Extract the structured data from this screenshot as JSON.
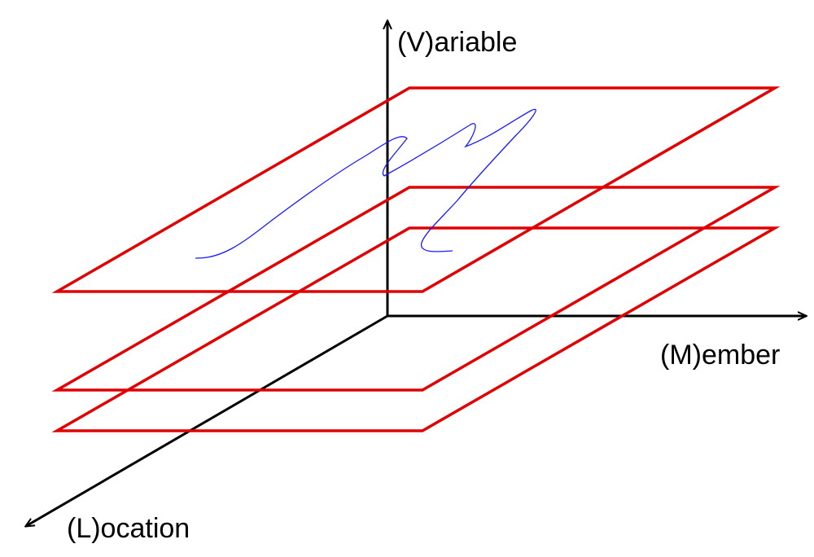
{
  "axes": {
    "vertical_label": "(V)ariable",
    "horizontal_label": "(M)ember",
    "depth_label": "(L)ocation"
  },
  "colors": {
    "axis": "#000000",
    "plane": "#e00000",
    "curve": "#1a1aff"
  }
}
